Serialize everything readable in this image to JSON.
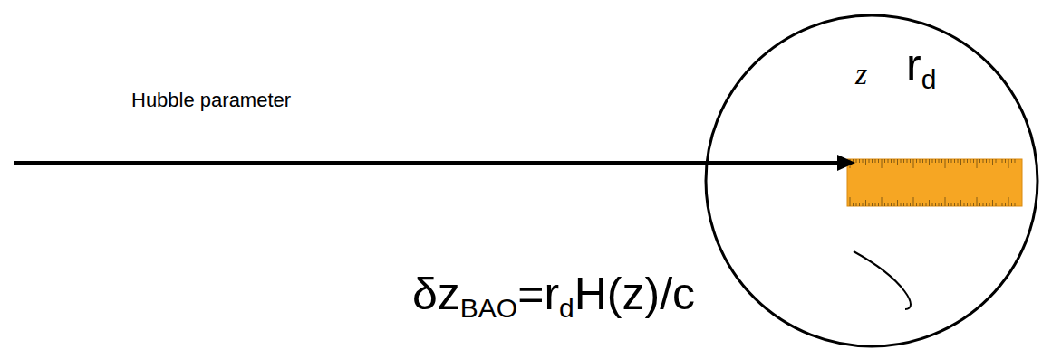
{
  "diagram": {
    "nodes": [
      {
        "text": [
          "z",
          "rd"
        ]
      }
    ],
    "labels": [
      "Hubble parameter",
      "δzBAO=rdH(z)/c"
    ]
  }
}
